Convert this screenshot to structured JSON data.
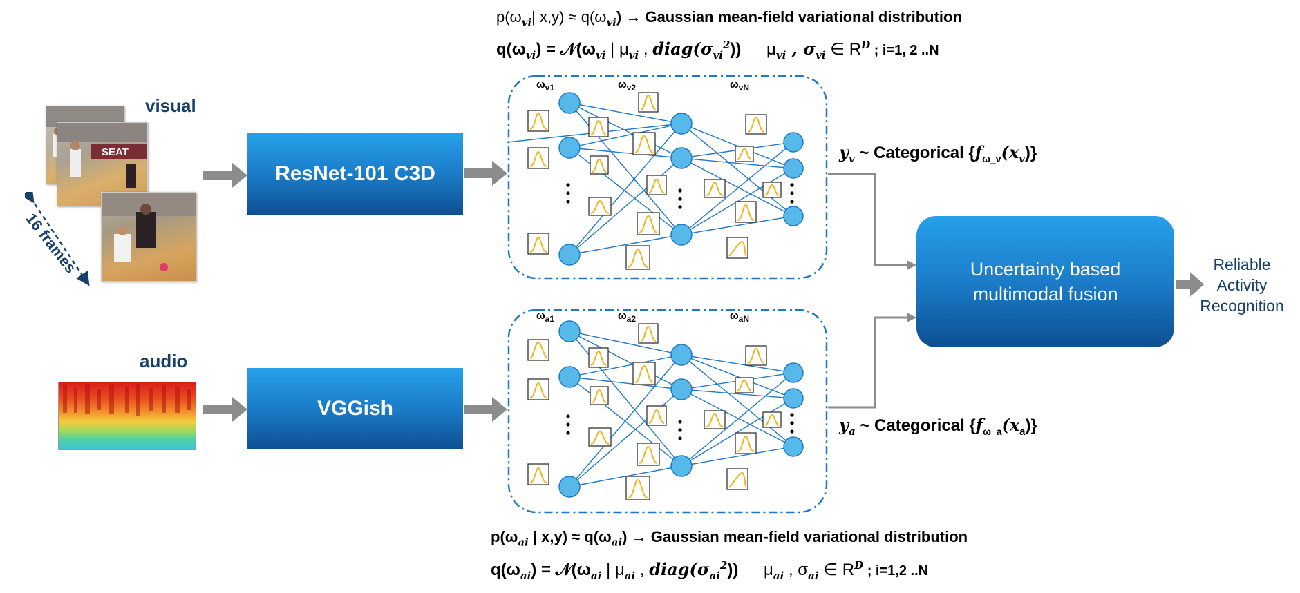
{
  "equations": {
    "visual_line1": {
      "lhs": "p(ω",
      "sub1": "vi",
      "mid": "| x,y) ≈ q(ω",
      "sub2": "vi",
      "rhs": ") → Gaussian mean-field variational distribution"
    },
    "visual_line2": {
      "a": "q(ω",
      "sub1": "vi",
      "b": ") = 𝒩(ω",
      "sub2": "vi",
      "c": " | μ",
      "sub3": "vi",
      "d": " , ",
      "diag": "diag",
      "e": "(σ",
      "sub4": "vi",
      "sup4": "2",
      "f": "))",
      "g": "μ",
      "sub5": "vi",
      "h": " , σ",
      "sub6": "vi",
      "i": " ∈  R",
      "sup7": "D",
      "j": " ;  i=1, 2 ..N"
    },
    "audio_line1": {
      "lhs": "p(ω",
      "sub1": "ai",
      "mid": " | x,y) ≈ q(ω",
      "sub2": "ai",
      "rhs": ") → Gaussian mean-field variational distribution"
    },
    "audio_line2": {
      "a": "q(ω",
      "sub1": "ai",
      "b": ") = 𝒩(ω",
      "sub2": "ai",
      "c": " | μ",
      "sub3": "ai",
      "d": " , ",
      "diag": "diag",
      "e": "(σ",
      "sub4": "ai",
      "sup4": "2",
      "f": "))",
      "g": "μ",
      "sub5": "ai",
      "h": " , σ",
      "sub6": "ai",
      "i": " ∈  R",
      "sup7": "D",
      "j": " ;  i=1,2 ..N"
    }
  },
  "inputs": {
    "visual_label": "visual",
    "audio_label": "audio",
    "frames_label": "16 frames"
  },
  "extractors": {
    "visual": "ResNet-101 C3D",
    "audio": "VGGish"
  },
  "networks": {
    "visual": {
      "w1": "ω",
      "s1": "v1",
      "w2": "ω",
      "s2": "v2",
      "w3": "ω",
      "s3": "vN"
    },
    "audio": {
      "w1": "ω",
      "s1": "a1",
      "w2": "ω",
      "s2": "a2",
      "w3": "ω",
      "s3": "aN"
    }
  },
  "outputs": {
    "visual": {
      "y": "y",
      "ysub": "v",
      "text": " ~ Categorical {",
      "f": "f",
      "fsub": "ω_v",
      "x": "(x",
      "xsub": "v",
      "close": ")}"
    },
    "audio": {
      "y": "y",
      "ysub": "a",
      "text": " ~ Categorical {",
      "f": "f",
      "fsub": "ω_a",
      "x": "(x",
      "xsub": "a",
      "close": ")}"
    }
  },
  "fusion": {
    "label": "Uncertainty based multimodal fusion"
  },
  "result": {
    "label": "Reliable Activity Recognition"
  },
  "colors": {
    "accent_dark": "#17406d",
    "box_top": "#27a0ea",
    "box_bottom": "#0d4f92",
    "node": "#57b8ea",
    "edge": "#1f78c8",
    "gauss": "#f2b41c",
    "arrow": "#8c8c8c"
  }
}
